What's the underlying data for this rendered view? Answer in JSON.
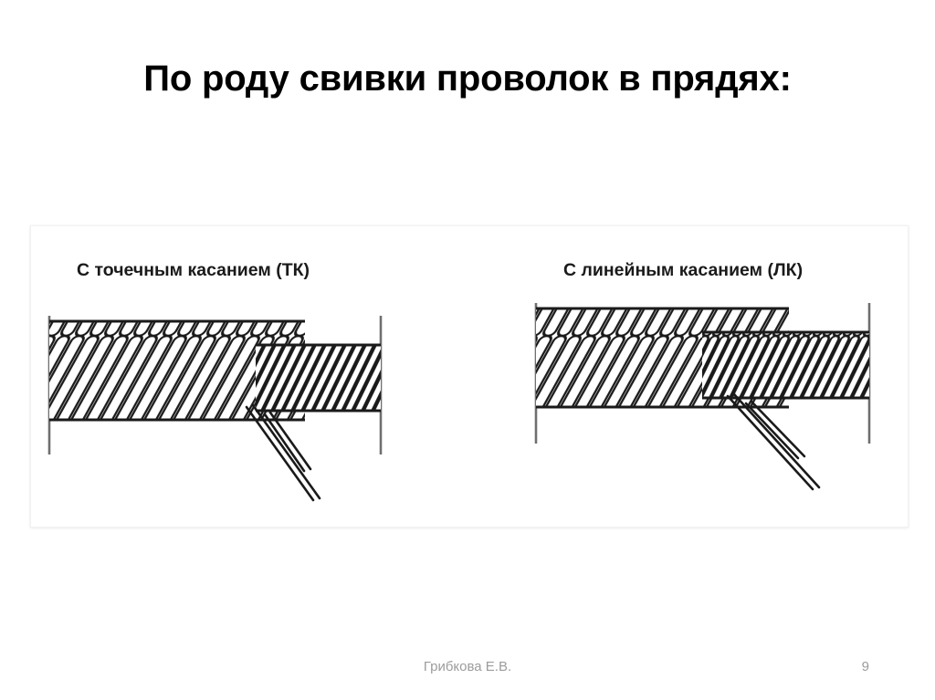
{
  "slide": {
    "title": "По роду свивки проволок в прядях:",
    "title_color": "#000000",
    "background_color": "#ffffff"
  },
  "figure": {
    "panel_background": "#ffffff",
    "line_color": "#1a1a1a",
    "diagrams": [
      {
        "id": "point-contact",
        "caption": "С точечным касанием (ТК)",
        "abbreviation": "ТК"
      },
      {
        "id": "line-contact",
        "caption": "С линейным касанием (ЛК)",
        "abbreviation": "ЛК"
      }
    ]
  },
  "footer": {
    "author": "Грибкова Е.В.",
    "page_number": "9",
    "text_color": "#9c9c9c"
  }
}
